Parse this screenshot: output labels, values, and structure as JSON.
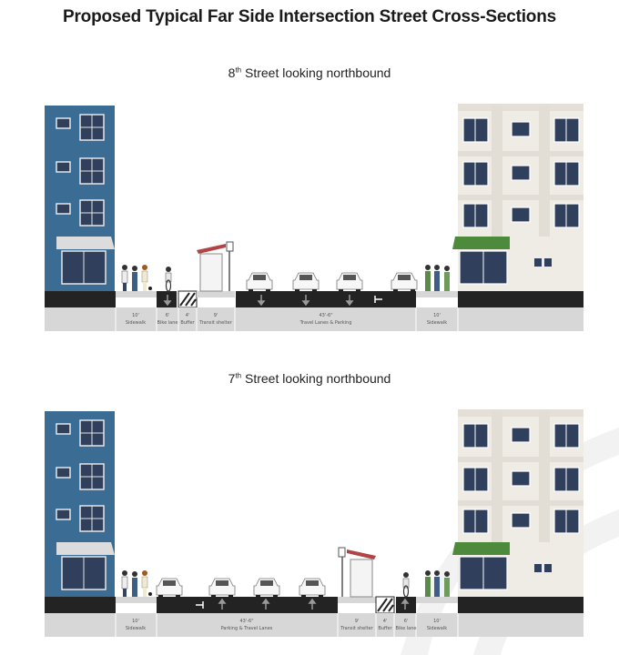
{
  "title": "Proposed Typical Far Side Intersection Street Cross-Sections",
  "colors": {
    "building_blue": "#3b6d94",
    "building_cream": "#efece6",
    "awning_green": "#4e8a3c",
    "awning_gray": "#dcdcdc",
    "window_dark": "#2f3f5c",
    "road_dark": "#232323",
    "sidewalk": "#d7d7d7",
    "shelter_roof": "#b24444",
    "watermark": "#f1f1f1"
  },
  "panels": [
    {
      "street_number": "8",
      "street_suffix": "th",
      "street_rest": " Street looking northbound",
      "labels": {
        "left_sidewalk_dim": "10'",
        "left_sidewalk": "Sidewalk",
        "bike_dim": "6'",
        "bike": "Bike lane",
        "buffer_dim": "4'",
        "buffer": "Buffer",
        "shelter_dim": "9'",
        "shelter": "Transit shelter",
        "travel_dim": "43'-6\"",
        "travel": "Travel Lanes & Parking",
        "right_sidewalk_dim": "10'",
        "right_sidewalk": "Sidewalk"
      }
    },
    {
      "street_number": "7",
      "street_suffix": "th",
      "street_rest": " Street looking northbound",
      "labels": {
        "left_sidewalk_dim": "10'",
        "left_sidewalk": "Sidewalk",
        "travel_dim": "43'-6\"",
        "travel": "Parking & Travel Lanes",
        "shelter_dim": "9'",
        "shelter": "Transit shelter",
        "buffer_dim": "4'",
        "buffer": "Buffer",
        "bike_dim": "6'",
        "bike": "Bike lane",
        "right_sidewalk_dim": "10'",
        "right_sidewalk": "Sidewalk"
      }
    }
  ]
}
